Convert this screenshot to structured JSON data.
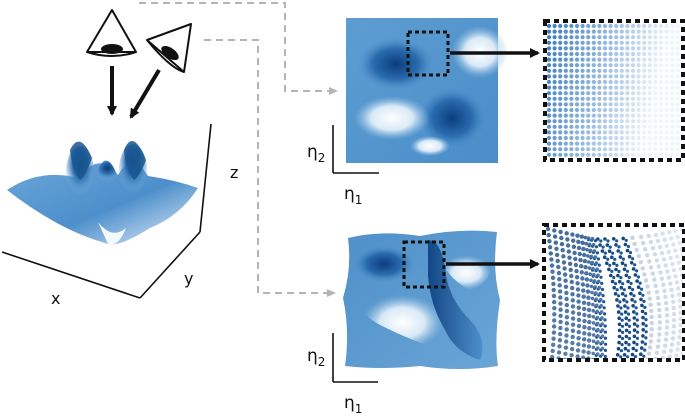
{
  "axes_3d": {
    "x": "x",
    "y": "y",
    "z": "z"
  },
  "axes_2d_top": {
    "h": "η",
    "h_sub": "1",
    "v": "η",
    "v_sub": "2"
  },
  "axes_2d_bottom": {
    "h": "η",
    "h_sub": "1",
    "v": "η",
    "v_sub": "2"
  },
  "colors": {
    "dark_blue": "#0c3f7e",
    "mid_blue": "#4a8fc8",
    "light_blue": "#a7cbe8",
    "dashed_arrow": "#b4b4b4",
    "solid_arrow": "#111111"
  },
  "icons": [
    "eye-icon-straight",
    "eye-icon-tilted"
  ]
}
